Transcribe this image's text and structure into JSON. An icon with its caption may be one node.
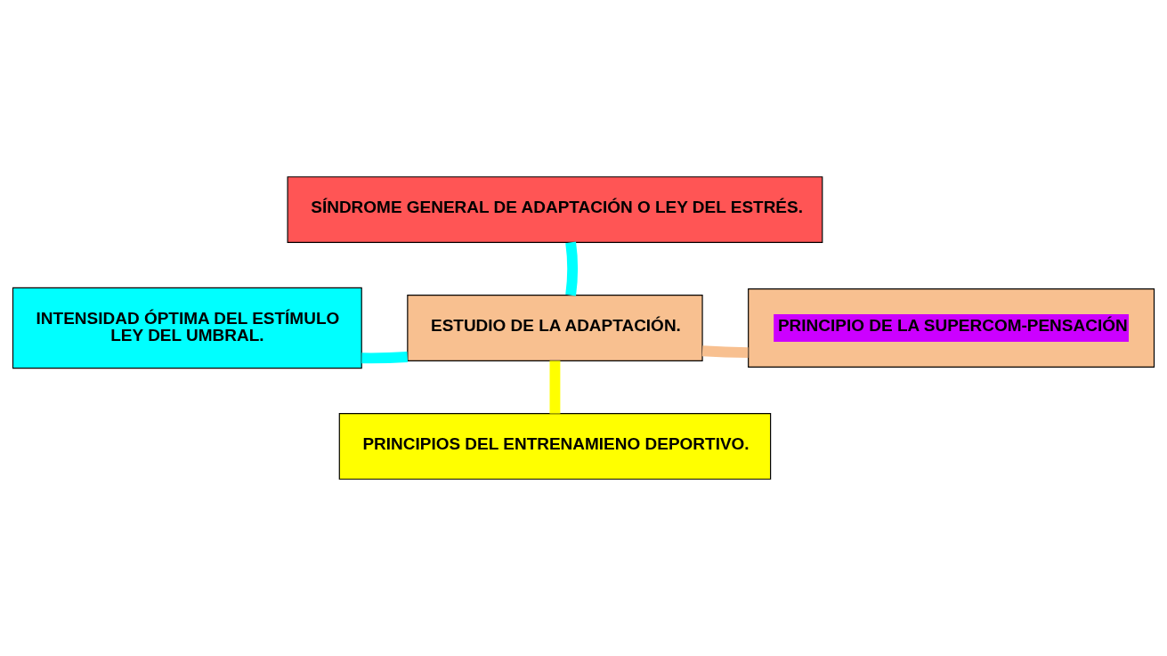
{
  "diagram": {
    "nodes": [
      {
        "text": [
          "SÍNDROME GENERAL DE ADAPTACIÓN O LEY DEL ESTRÉS."
        ]
      },
      {
        "text": [
          "INTENSIDAD ÓPTIMA DEL ESTÍMULO",
          "LEY DEL UMBRAL."
        ]
      },
      {
        "text": [
          "ESTUDIO DE LA ADAPTACIÓN."
        ]
      },
      {
        "text": [
          "PRINCIPIO DE LA SUPERCOM-PENSACIÓN"
        ]
      },
      {
        "text": [
          "PRINCIPIOS DEL ENTRENAMIENO DEPORTIVO."
        ]
      }
    ],
    "edges": [
      {
        "from": 2,
        "to": 0,
        "arrow": "none",
        "color": "#00ffff"
      },
      {
        "from": 2,
        "to": 1,
        "arrow": "none",
        "color": "#00ffff"
      },
      {
        "from": 2,
        "to": 3,
        "arrow": "none",
        "color": "#f8c090"
      },
      {
        "from": 2,
        "to": 4,
        "arrow": "none",
        "color": "#ffff00"
      }
    ]
  }
}
